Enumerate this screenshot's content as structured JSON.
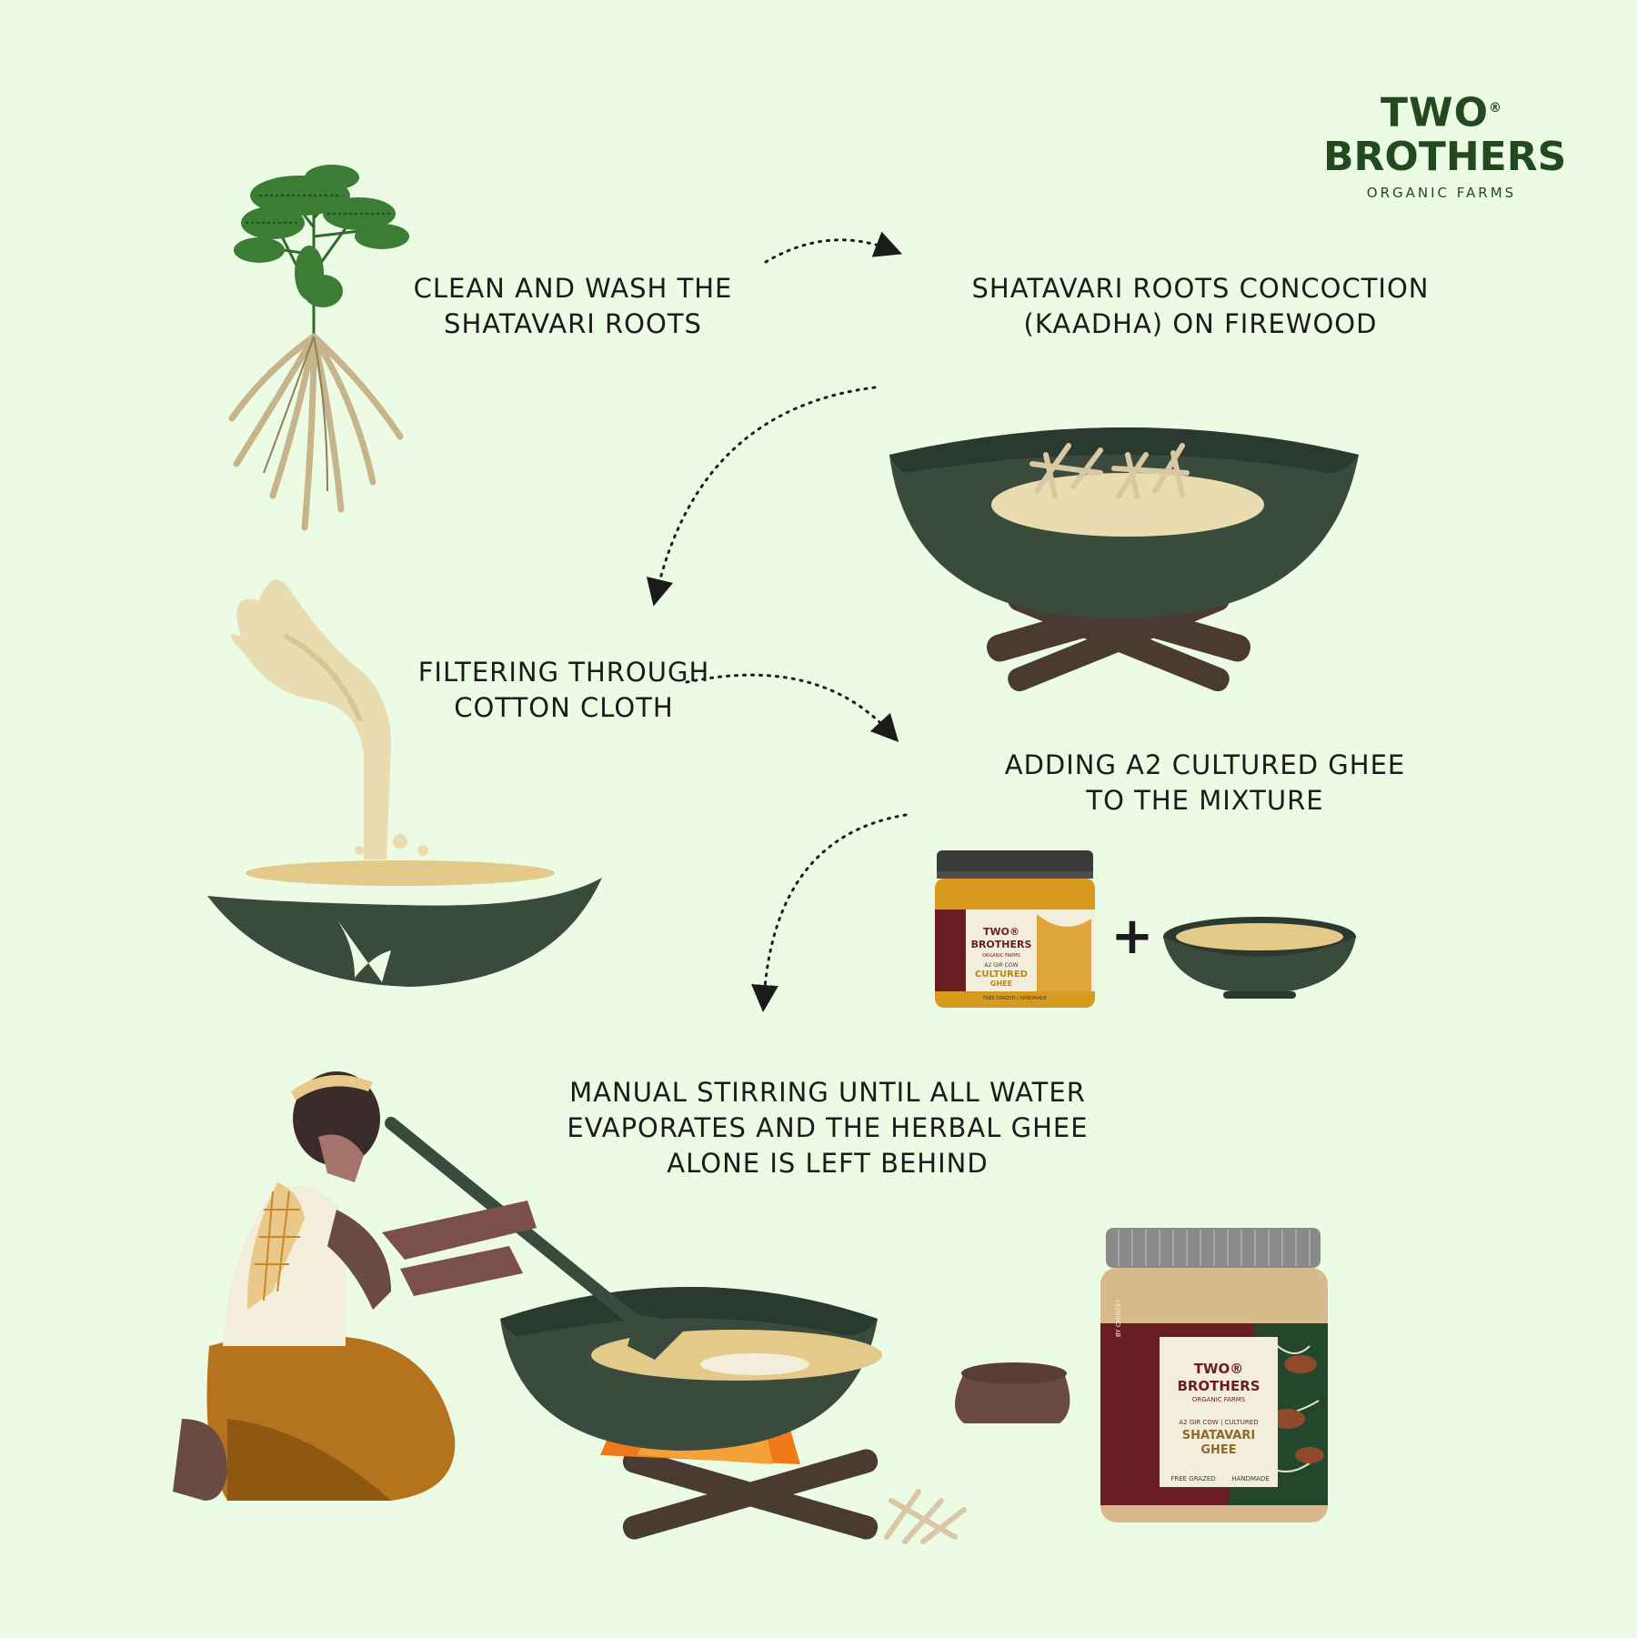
{
  "brand": {
    "line1": "TWO",
    "registered": "®",
    "line2": "BROTHERS",
    "line3": "ORGANIC FARMS"
  },
  "steps": [
    {
      "text": "CLEAN AND WASH THE\nSHATAVARI ROOTS"
    },
    {
      "text": "SHATAVARI ROOTS CONCOCTION\n(KAADHA) ON FIREWOOD"
    },
    {
      "text": "FILTERING THROUGH\nCOTTON CLOTH"
    },
    {
      "text": "ADDING A2 CULTURED GHEE\nTO THE MIXTURE"
    },
    {
      "text": "MANUAL STIRRING UNTIL ALL WATER\nEVAPORATES AND THE HERBAL GHEE\nALONE IS LEFT BEHIND"
    }
  ],
  "plus_sign": "+",
  "small_jar": {
    "brand1": "TWO®",
    "brand2": "BROTHERS",
    "brand3": "ORGANIC FARMS",
    "product1": "A2 GIR COW",
    "product2": "CULTURED",
    "product3": "GHEE",
    "footer": "FREE GRAZED | HANDMADE"
  },
  "large_jar": {
    "side_text": "BY CHOICE!",
    "brand1": "TWO®",
    "brand2": "BROTHERS",
    "brand3": "ORGANIC FARMS",
    "product1": "A2 GIR COW | CULTURED",
    "product2": "SHATAVARI",
    "product3": "GHEE",
    "footer1": "FREE GRAZED",
    "footer2": "HANDMADE"
  },
  "colors": {
    "background": "#ecfbe4",
    "brand_green": "#234a1f",
    "wok": "#3a4a3c",
    "flame": "#f07a1a",
    "wood": "#4a3a32",
    "kaadha": "#e8dcb0",
    "label_maroon": "#6b1e22"
  }
}
